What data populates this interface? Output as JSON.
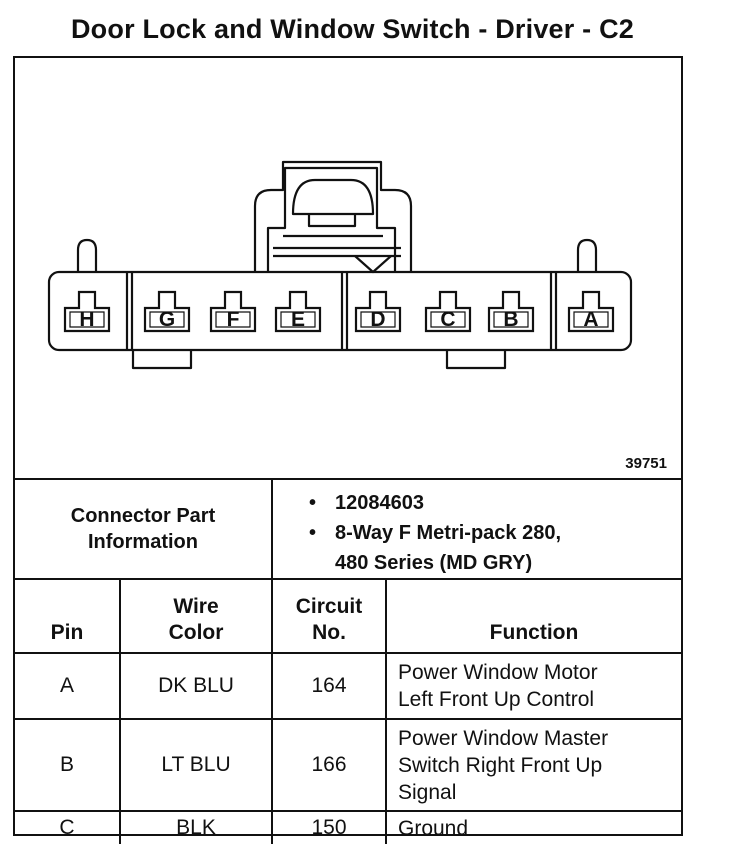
{
  "title": "Door Lock and Window Switch - Driver - C2",
  "diagram": {
    "id": "39751",
    "pins": [
      "H",
      "G",
      "F",
      "E",
      "D",
      "C",
      "B",
      "A"
    ]
  },
  "connector_info": {
    "label_line1": "Connector Part",
    "label_line2": "Information",
    "bullet": "•",
    "part_number": "12084603",
    "desc_line1": "8-Way F Metri-pack 280,",
    "desc_line2": "480 Series (MD GRY)"
  },
  "table": {
    "headers": {
      "pin": "Pin",
      "wire_line1": "Wire",
      "wire_line2": "Color",
      "circuit_line1": "Circuit",
      "circuit_line2": "No.",
      "function": "Function"
    },
    "rows": [
      {
        "pin": "A",
        "wire": "DK BLU",
        "circuit": "164",
        "function_line1": "Power Window Motor",
        "function_line2": "Left Front Up Control",
        "function_line3": ""
      },
      {
        "pin": "B",
        "wire": "LT BLU",
        "circuit": "166",
        "function_line1": "Power Window Master",
        "function_line2": "Switch Right Front Up",
        "function_line3": "Signal"
      },
      {
        "pin": "C",
        "wire": "BLK",
        "circuit": "150",
        "function_line1": "Ground",
        "function_line2": "",
        "function_line3": ""
      }
    ]
  }
}
